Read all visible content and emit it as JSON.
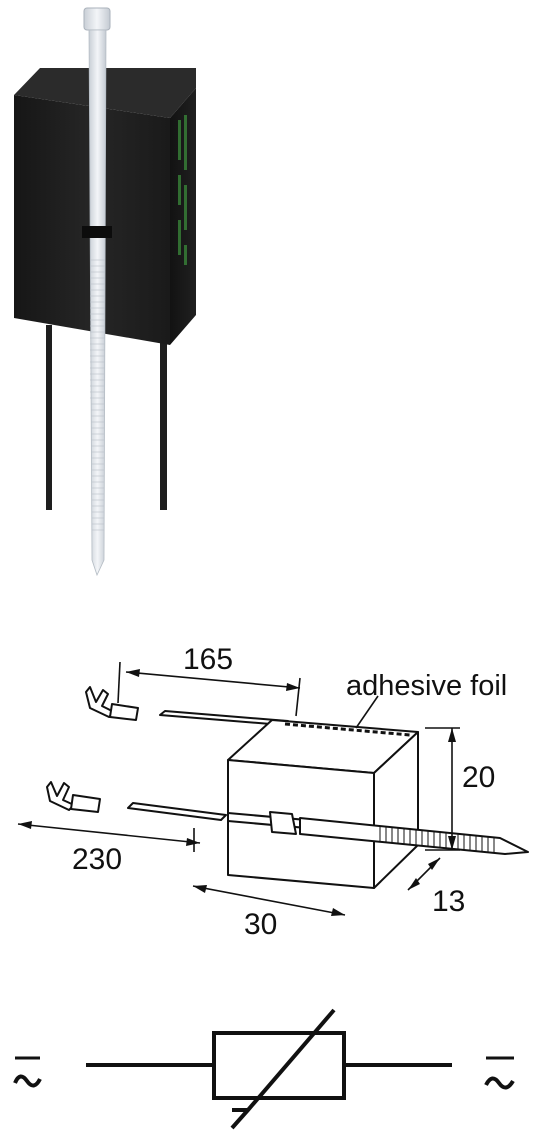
{
  "drawing": {
    "dimensions": {
      "lead_short": "165",
      "lead_long": "230",
      "height": "20",
      "depth": "13",
      "width": "30"
    },
    "label_adhesive": "adhesive foil"
  },
  "colors": {
    "housing": "#1c1c1c",
    "cable_tie": "#e4e9ee",
    "print_green": "#3a8a3a",
    "line": "#111111"
  }
}
